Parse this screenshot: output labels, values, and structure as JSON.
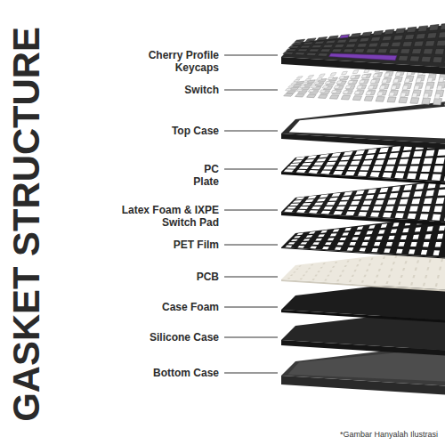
{
  "diagram": {
    "title": "GASKET STRUCTURE",
    "labels": [
      "Cherry Profile Keycaps",
      "Switch",
      "Top Case",
      "PC Plate",
      "Latex Foam & IXPE Switch Pad",
      "PET Film",
      "PCB",
      "Case Foam",
      "Silicone Case",
      "Bottom Case",
      "*Gambar Hanyalah Ilustrasi"
    ]
  }
}
